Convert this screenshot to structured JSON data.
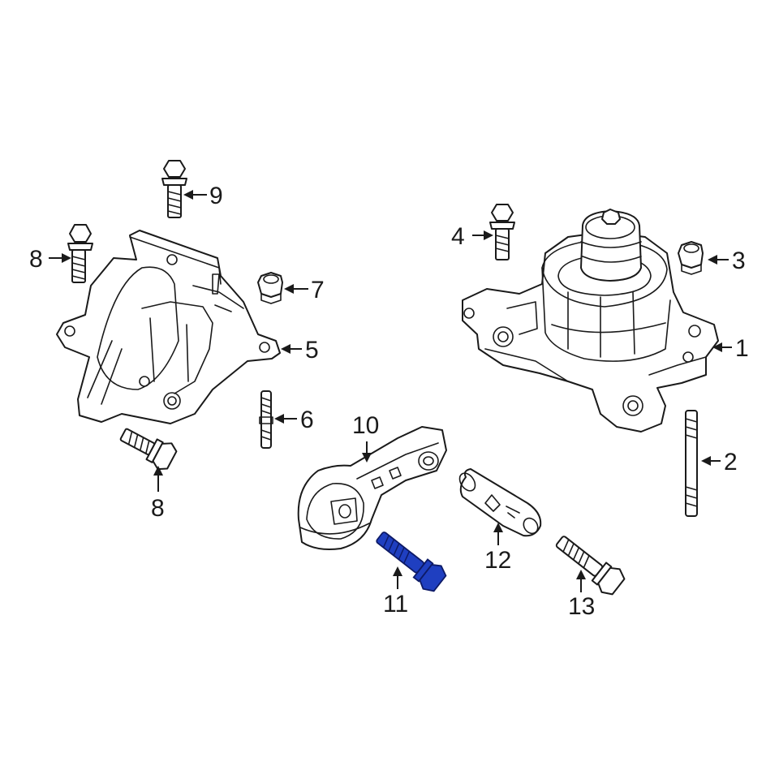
{
  "highlight_color": "#1f3fc0",
  "line_color": "#1a1a1a",
  "background": "#ffffff",
  "highlighted_part": "11",
  "callouts": {
    "c1": "1",
    "c2": "2",
    "c3": "3",
    "c4": "4",
    "c5": "5",
    "c6": "6",
    "c7": "7",
    "c8a": "8",
    "c8b": "8",
    "c9": "9",
    "c10": "10",
    "c11": "11",
    "c12": "12",
    "c13": "13"
  }
}
